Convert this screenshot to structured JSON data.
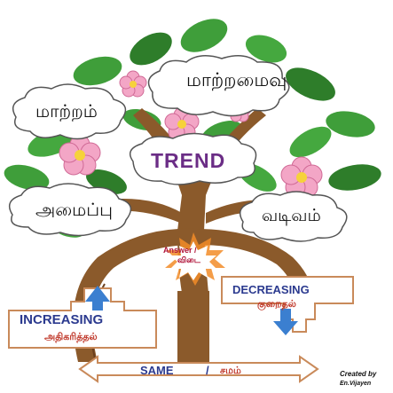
{
  "labels": {
    "marram": "மாற்றம்",
    "marramaivu": "மாற்றமைவு",
    "trend": "TREND",
    "amaippu": "அமைப்பு",
    "vadivam": "வடிவம்",
    "answer": "Answer /",
    "vidai": "விடை",
    "decreasing": "DECREASING",
    "kuraithal": "குறைதல்",
    "increasing": "INCREASING",
    "athikarithal": "அதிகரித்தல்",
    "same": "SAME",
    "slash": "/",
    "samam": "சமம்",
    "created_by": "Created by",
    "author": "En.Vijayen"
  },
  "colors": {
    "leaf": "#3f9e3a",
    "leaf_dark": "#2e7d2a",
    "trunk": "#8b5a2b",
    "trunk_dark": "#6b3f1d",
    "flower": "#f3a6c6",
    "flower_center": "#f6d23a",
    "cloud_stroke": "#555555",
    "trend_text": "#6b2d86",
    "english_text": "#2b3a8f",
    "tamil_highlight": "#c0392b",
    "arrow_blue": "#3b7fd0",
    "arrow_frame": "#c98a5a",
    "burst": "#f28c28"
  },
  "icons": [
    "up-arrow-icon",
    "down-arrow-icon",
    "double-arrow-icon"
  ]
}
